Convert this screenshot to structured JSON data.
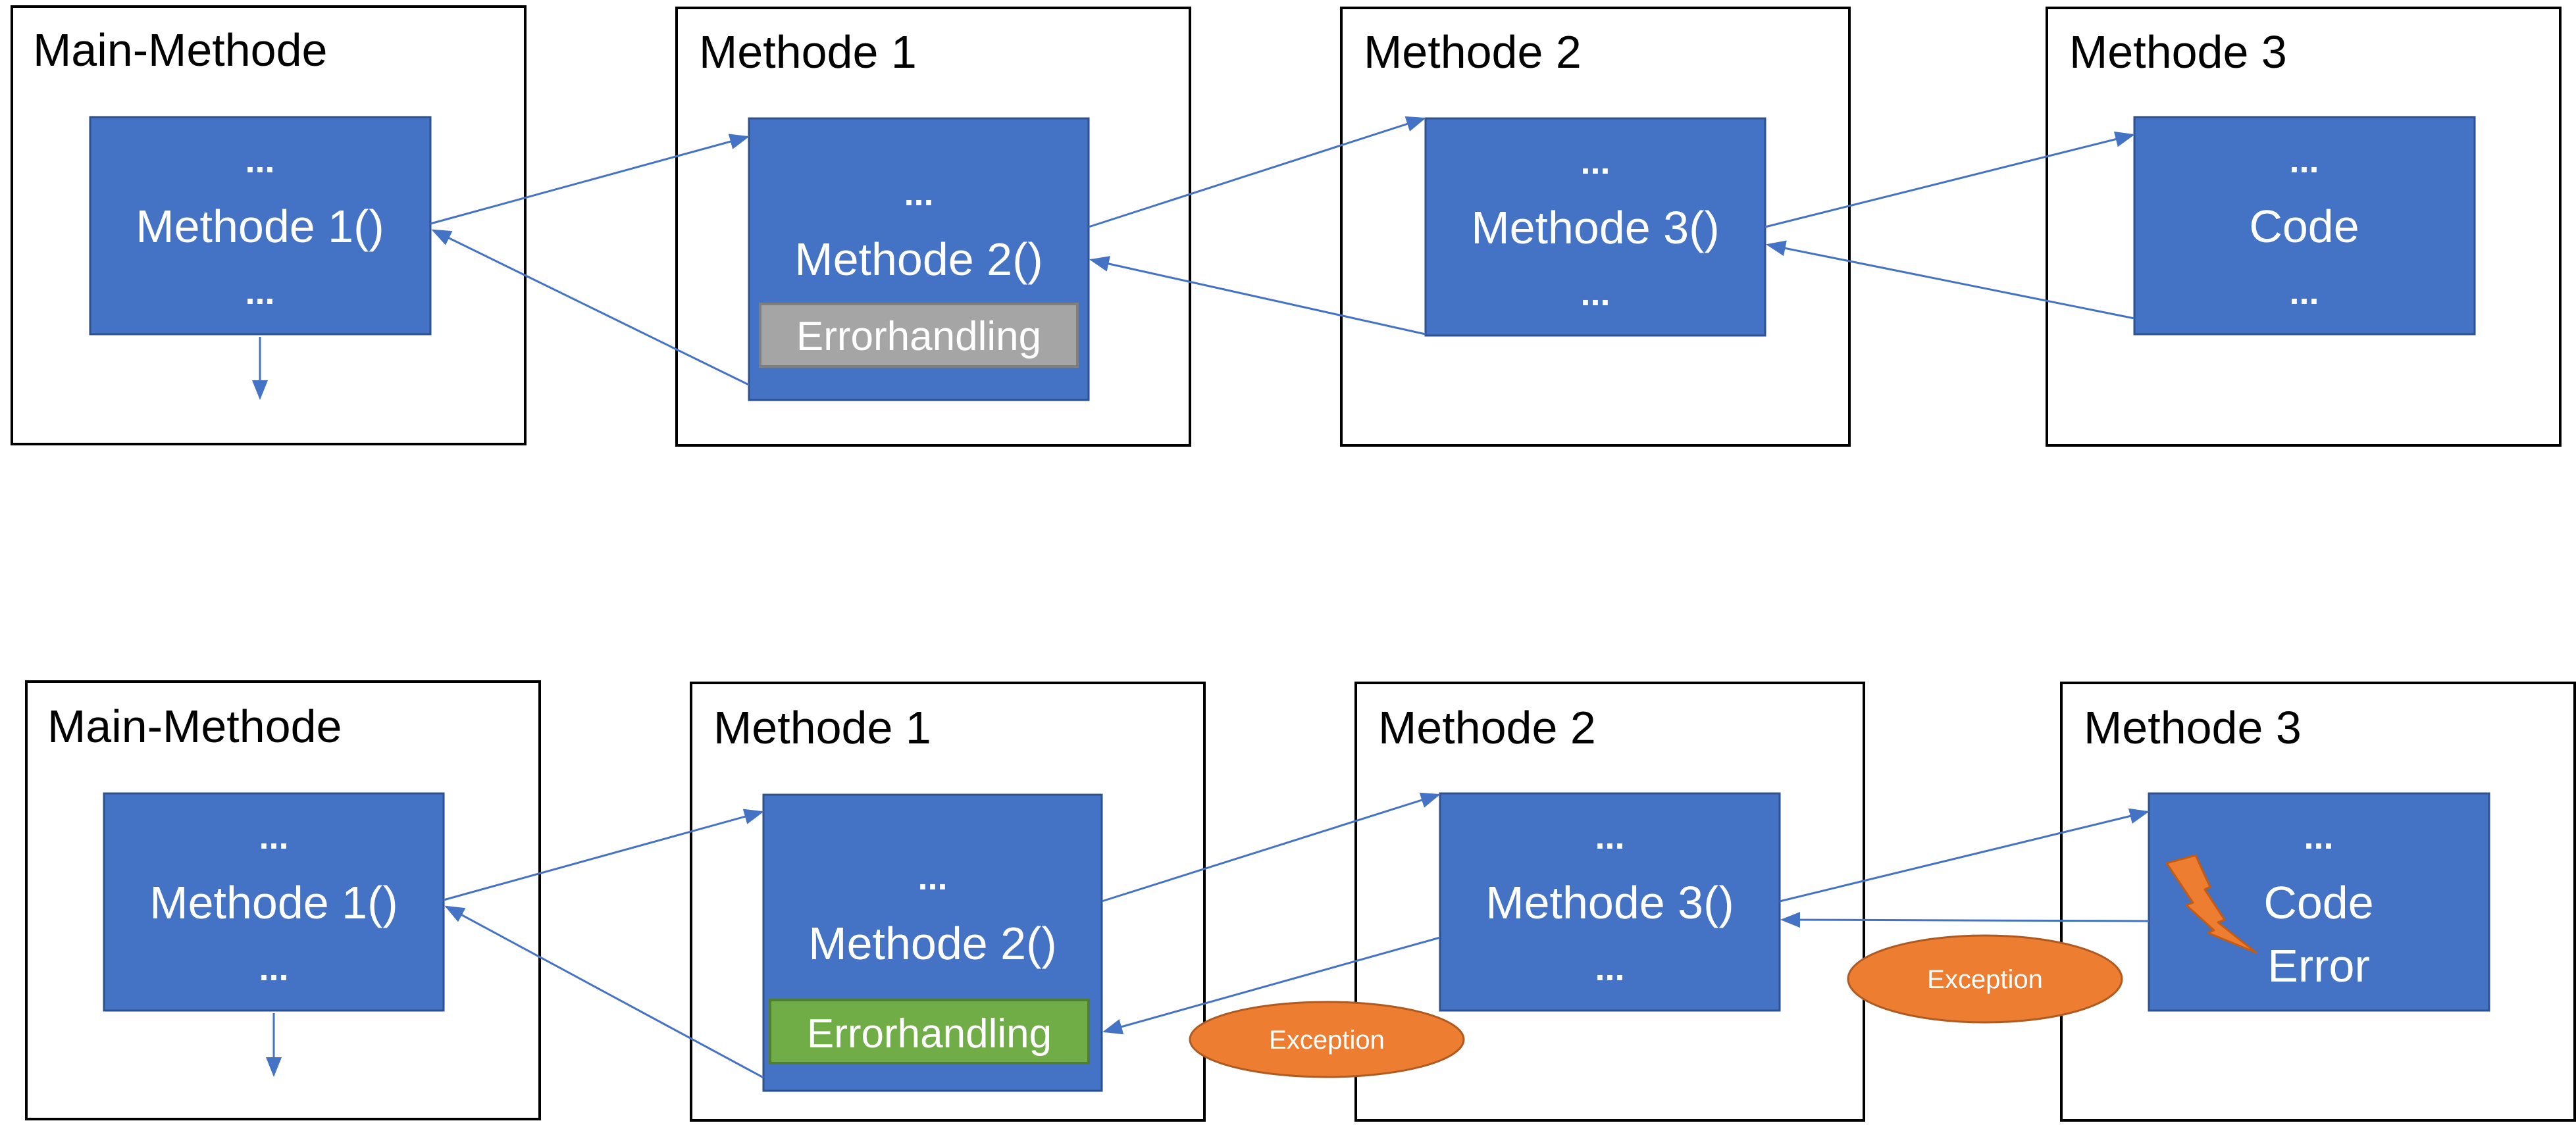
{
  "colors": {
    "box_border": "#000000",
    "inner_fill": "#4472c4",
    "inner_border": "#2f528f",
    "arrow": "#4472c4",
    "errorhandling_inactive": "#a5a5a5",
    "errorhandling_active": "#70ad47",
    "exception_fill": "#ed7d31",
    "lightning_fill": "#ed7d31"
  },
  "top": {
    "main": {
      "title": "Main-Methode",
      "dots_top": "...",
      "call": "Methode 1()",
      "dots_bottom": "..."
    },
    "m1": {
      "title": "Methode 1",
      "dots_top": "...",
      "call": "Methode 2()",
      "errorhandling": "Errorhandling"
    },
    "m2": {
      "title": "Methode 2",
      "dots_top": "...",
      "call": "Methode 3()",
      "dots_bottom": "..."
    },
    "m3": {
      "title": "Methode 3",
      "dots_top": "...",
      "call": "Code",
      "dots_bottom": "..."
    }
  },
  "bottom": {
    "main": {
      "title": "Main-Methode",
      "dots_top": "...",
      "call": "Methode 1()",
      "dots_bottom": "..."
    },
    "m1": {
      "title": "Methode 1",
      "dots_top": "...",
      "call": "Methode 2()",
      "errorhandling": "Errorhandling"
    },
    "m2": {
      "title": "Methode 2",
      "dots_top": "...",
      "call": "Methode 3()",
      "dots_bottom": "..."
    },
    "m3": {
      "title": "Methode 3",
      "dots_top": "...",
      "code": "Code",
      "error": "Error"
    },
    "exception_left": "Exception",
    "exception_right": "Exception"
  }
}
